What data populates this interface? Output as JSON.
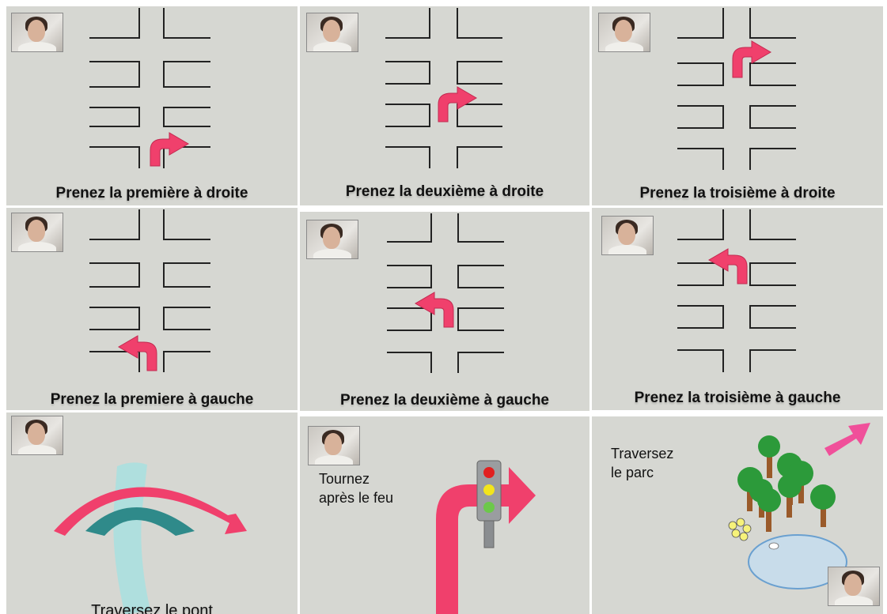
{
  "panels": [
    {
      "caption": "Prenez la première à droite"
    },
    {
      "caption": "Prenez la deuxième à droite"
    },
    {
      "caption": "Prenez la troisième à droite"
    },
    {
      "caption": "Prenez la premiere à gauche"
    },
    {
      "caption": "Prenez la deuxième à gauche"
    },
    {
      "caption": "Prenez la troisième à gauche"
    },
    {
      "caption": "Traversez le pont"
    },
    {
      "caption_line1": "Tournez",
      "caption_line2": "après le feu"
    },
    {
      "caption_line1": "Traversez",
      "caption_line2": "le parc"
    }
  ],
  "colors": {
    "arrow": "#f0406c",
    "bridge": "#2f8a8a",
    "river": "#a8e0e0",
    "pond": "#c8dcea",
    "trunk": "#9a5a2a",
    "tree": "#2c9a3a",
    "panel_bg": "#d6d7d2"
  },
  "icons": [
    "turn-right-arrow-icon",
    "turn-left-arrow-icon",
    "bridge-icon",
    "traffic-light-icon",
    "tree-icon",
    "flower-icon",
    "pond-icon"
  ]
}
